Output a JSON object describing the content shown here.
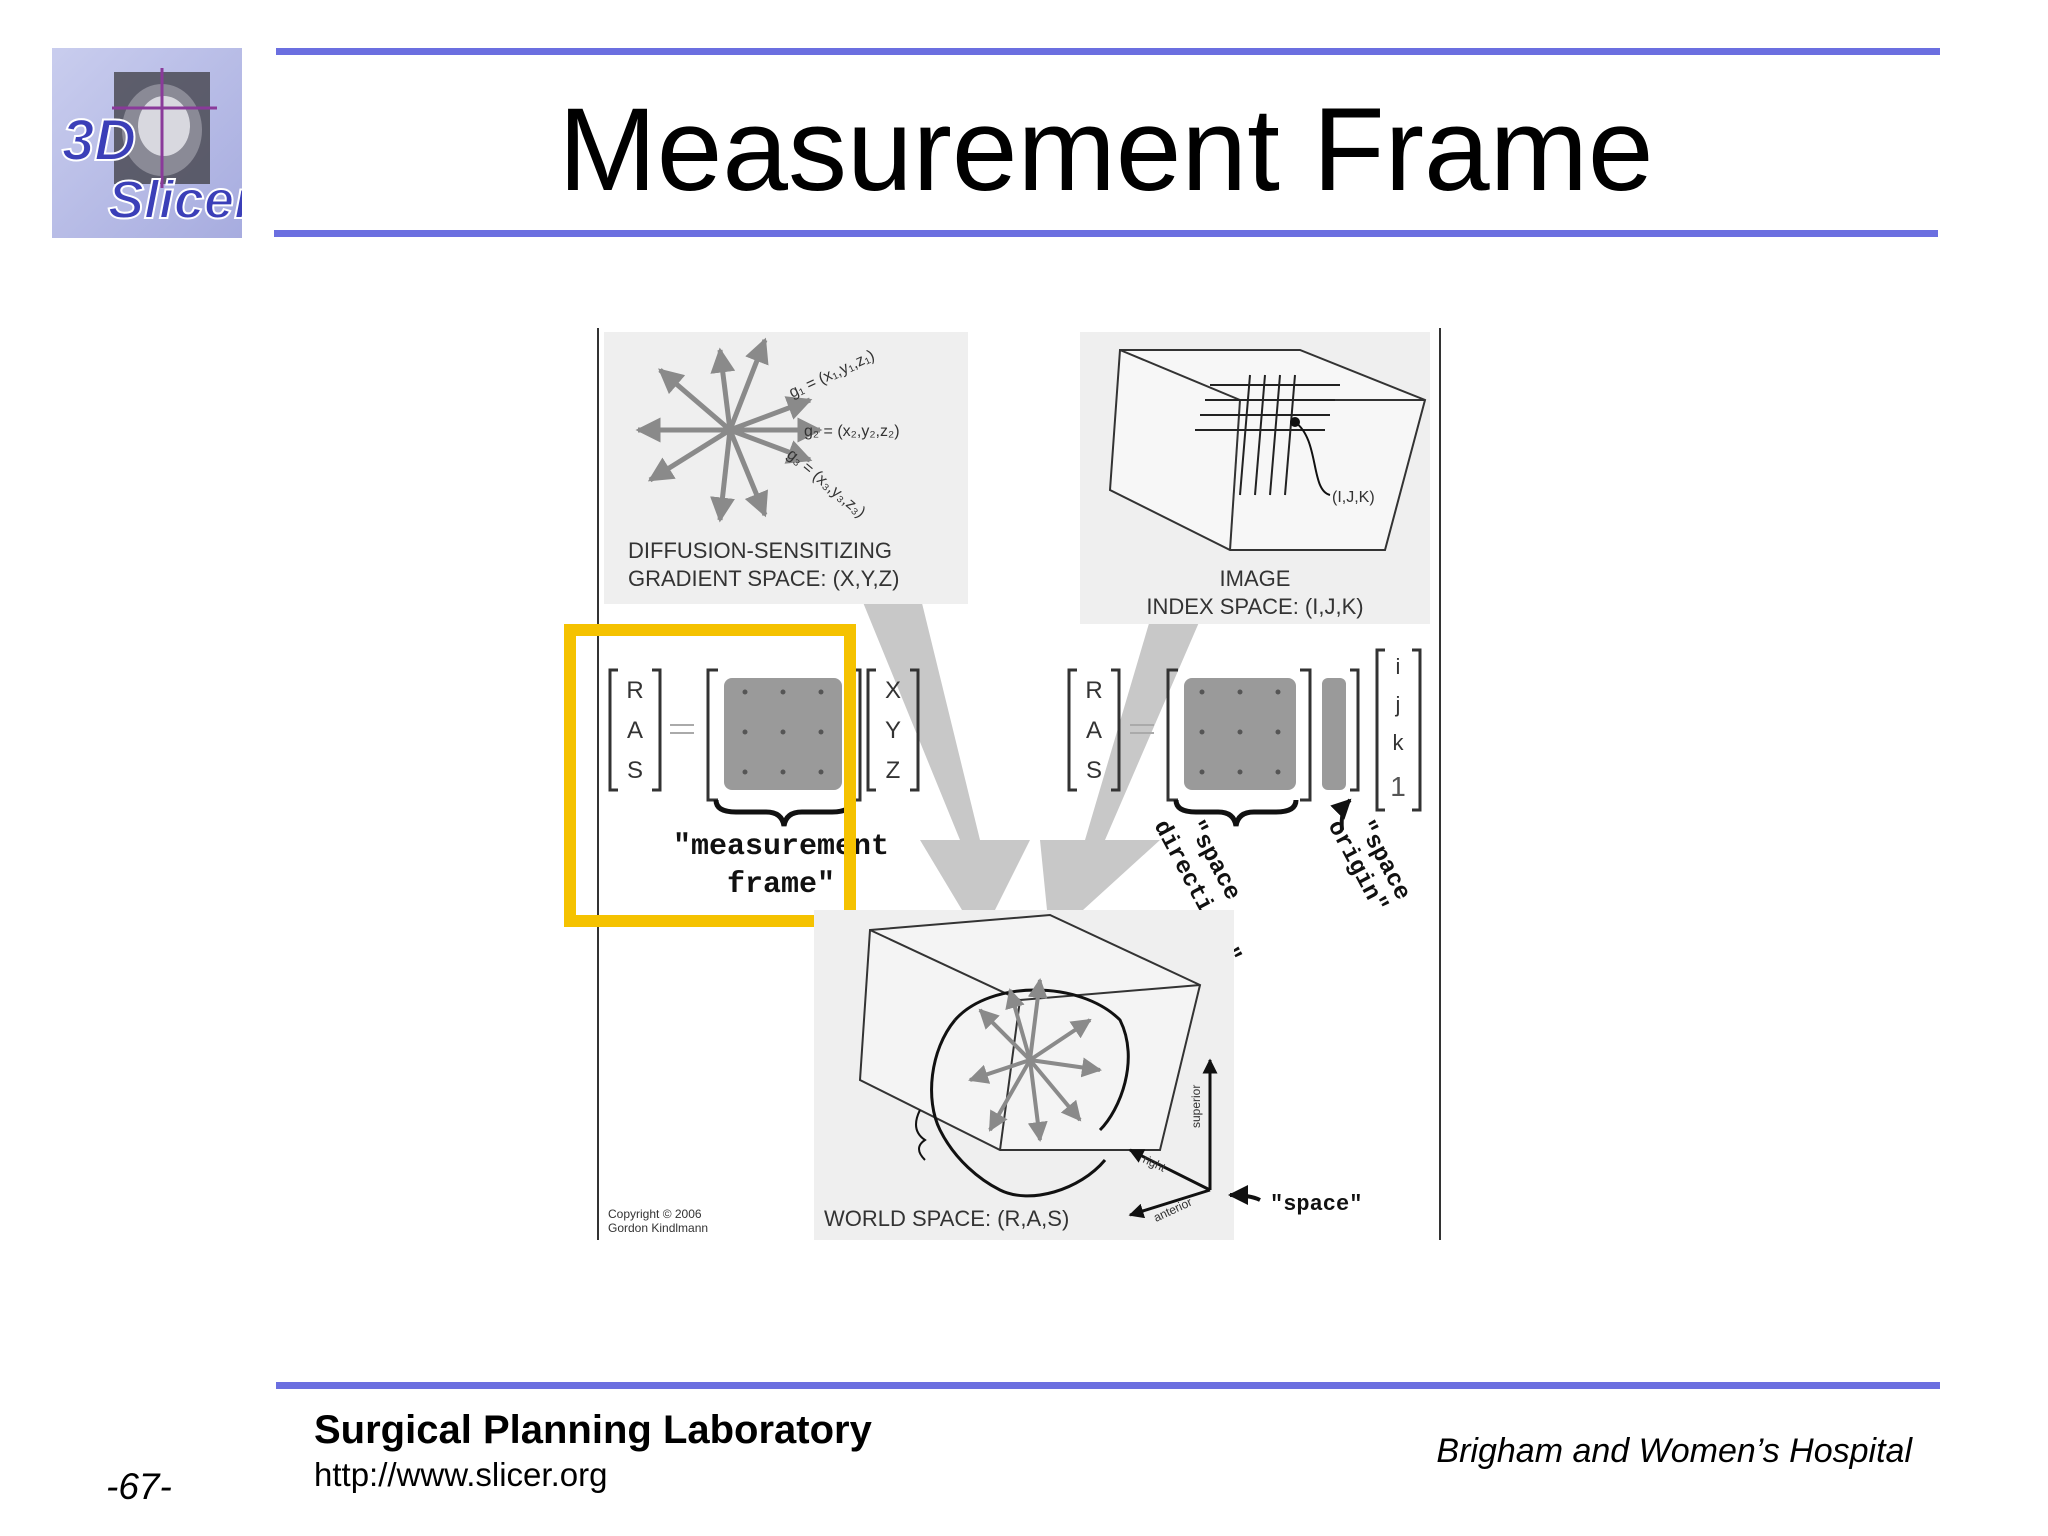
{
  "slide": {
    "title": "Measurement Frame",
    "page_number": "-67-"
  },
  "logo": {
    "line1": "3D",
    "line2": "Slicer"
  },
  "footer": {
    "lab_name": "Surgical Planning Laboratory",
    "lab_url": "http://www.slicer.org",
    "hospital": "Brigham and Women’s Hospital"
  },
  "diagram": {
    "gradient_space": {
      "g1": "g₁ = (x₁,y₁,z₁)",
      "g2": "g₂ = (x₂,y₂,z₂)",
      "g3": "g₃ = (x₃,y₃,z₃)",
      "label_line1": "DIFFUSION-SENSITIZING",
      "label_line2": "GRADIENT SPACE: (X,Y,Z)"
    },
    "image_index_space": {
      "point": "(I,J,K)",
      "label_line1": "IMAGE",
      "label_line2": "INDEX SPACE: (I,J,K)"
    },
    "left_equation": {
      "lhs": [
        "R",
        "A",
        "S"
      ],
      "rhs": [
        "X",
        "Y",
        "Z"
      ],
      "label_line1": "\"measurement",
      "label_line2": "frame\""
    },
    "right_equation": {
      "lhs": [
        "R",
        "A",
        "S"
      ],
      "vector": [
        "i",
        "j",
        "k",
        "1"
      ],
      "directions_line1": "\"space",
      "directions_line2": "directions\"",
      "origin_line1": "\"space",
      "origin_line2": "origin\""
    },
    "world_space": {
      "label": "WORLD SPACE: (R,A,S)",
      "axis_superior": "superior",
      "axis_right": "right",
      "axis_anterior": "anterior",
      "space_label": "\"space\""
    },
    "copyright_line1": "Copyright © 2006",
    "copyright_line2": "Gordon Kindlmann"
  },
  "colors": {
    "rule": "#6b6fe0",
    "highlight": "#f5c200",
    "panel": "#efefef",
    "matrix": "#9a9a9a"
  }
}
